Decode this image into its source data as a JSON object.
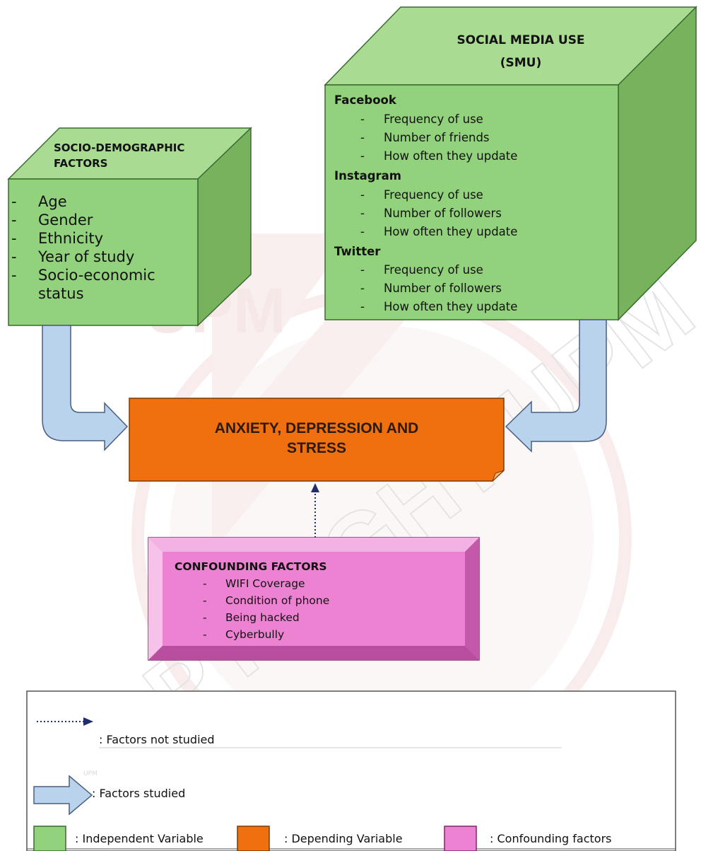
{
  "watermark": {
    "logo_text": "UPM",
    "diagonal_text": "COPYRIGHT UPM",
    "small_text": "UPM"
  },
  "socio_demographic": {
    "title_line1": "SOCIO-DEMOGRAPHIC",
    "title_line2": "FACTORS",
    "items": [
      {
        "dash": "-",
        "text": "Age"
      },
      {
        "dash": "-",
        "text": "Gender"
      },
      {
        "dash": "-",
        "text": "Ethnicity"
      },
      {
        "dash": "-",
        "text": "Year of study"
      },
      {
        "dash": "-",
        "text": "Socio-economic"
      },
      {
        "dash": "",
        "text": "status"
      }
    ]
  },
  "social_media": {
    "title_line1": "SOCIAL MEDIA USE",
    "title_line2": "(SMU)",
    "groups": [
      {
        "name": "Facebook",
        "items": [
          "Frequency of use",
          "Number of friends",
          "How often they update"
        ]
      },
      {
        "name": "Instagram",
        "items": [
          "Frequency of use",
          "Number of followers",
          "How often they update"
        ]
      },
      {
        "name": "Twitter",
        "items": [
          "Frequency of use",
          "Number of followers",
          "How often they update"
        ]
      }
    ]
  },
  "outcome": {
    "line1": "ANXIETY, DEPRESSION AND",
    "line2": "STRESS"
  },
  "confounding": {
    "title": "CONFOUNDING FACTORS",
    "items": [
      "WIFI Coverage",
      "Condition of phone",
      "Being hacked",
      "Cyberbully"
    ]
  },
  "legend": {
    "not_studied": ": Factors not studied",
    "studied": ": Factors studied",
    "independent": ": Independent Variable",
    "depending": ": Depending Variable",
    "confounding": ": Confounding factors"
  },
  "colors": {
    "green_front": "#92d27c",
    "green_top": "#a9dc92",
    "green_side": "#77b35c",
    "orange": "#f07010",
    "pink": "#ee82d2",
    "arrow_fill": "#b9d3ec",
    "arrow_stroke": "#4a5e80",
    "dotted_arrow": "#1f2d6e"
  }
}
